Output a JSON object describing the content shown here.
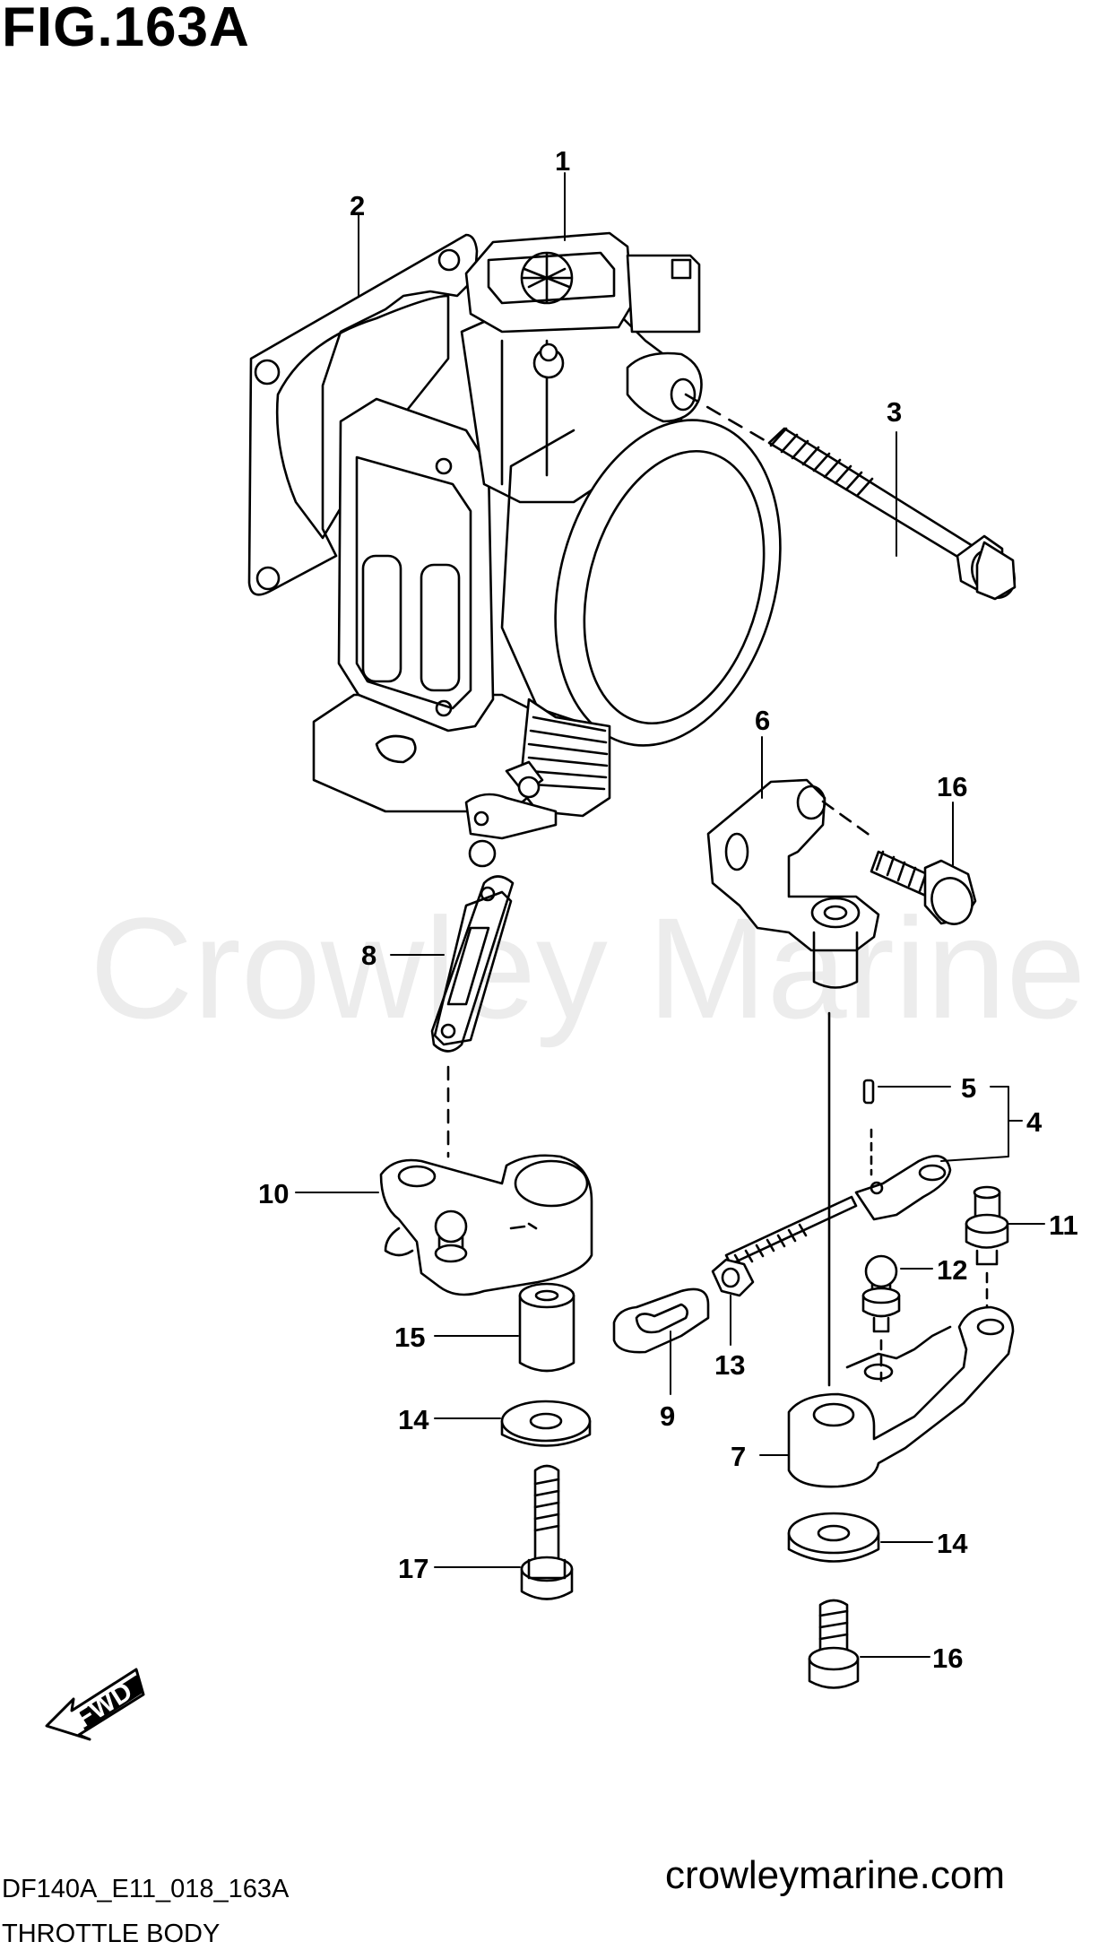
{
  "figure": {
    "title": "FIG.163A",
    "watermark": "Crowley Marine",
    "site": "crowleymarine.com",
    "code": "DF140A_E11_018_163A",
    "caption": "THROTTLE BODY",
    "fwd_label": "FWD"
  },
  "callouts": {
    "c1": "1",
    "c2": "2",
    "c3": "3",
    "c4": "4",
    "c5": "5",
    "c6": "6",
    "c7": "7",
    "c8": "8",
    "c9": "9",
    "c10": "10",
    "c11": "11",
    "c12": "12",
    "c13": "13",
    "c14a": "14",
    "c14b": "14",
    "c15": "15",
    "c16a": "16",
    "c16b": "16",
    "c17": "17"
  }
}
